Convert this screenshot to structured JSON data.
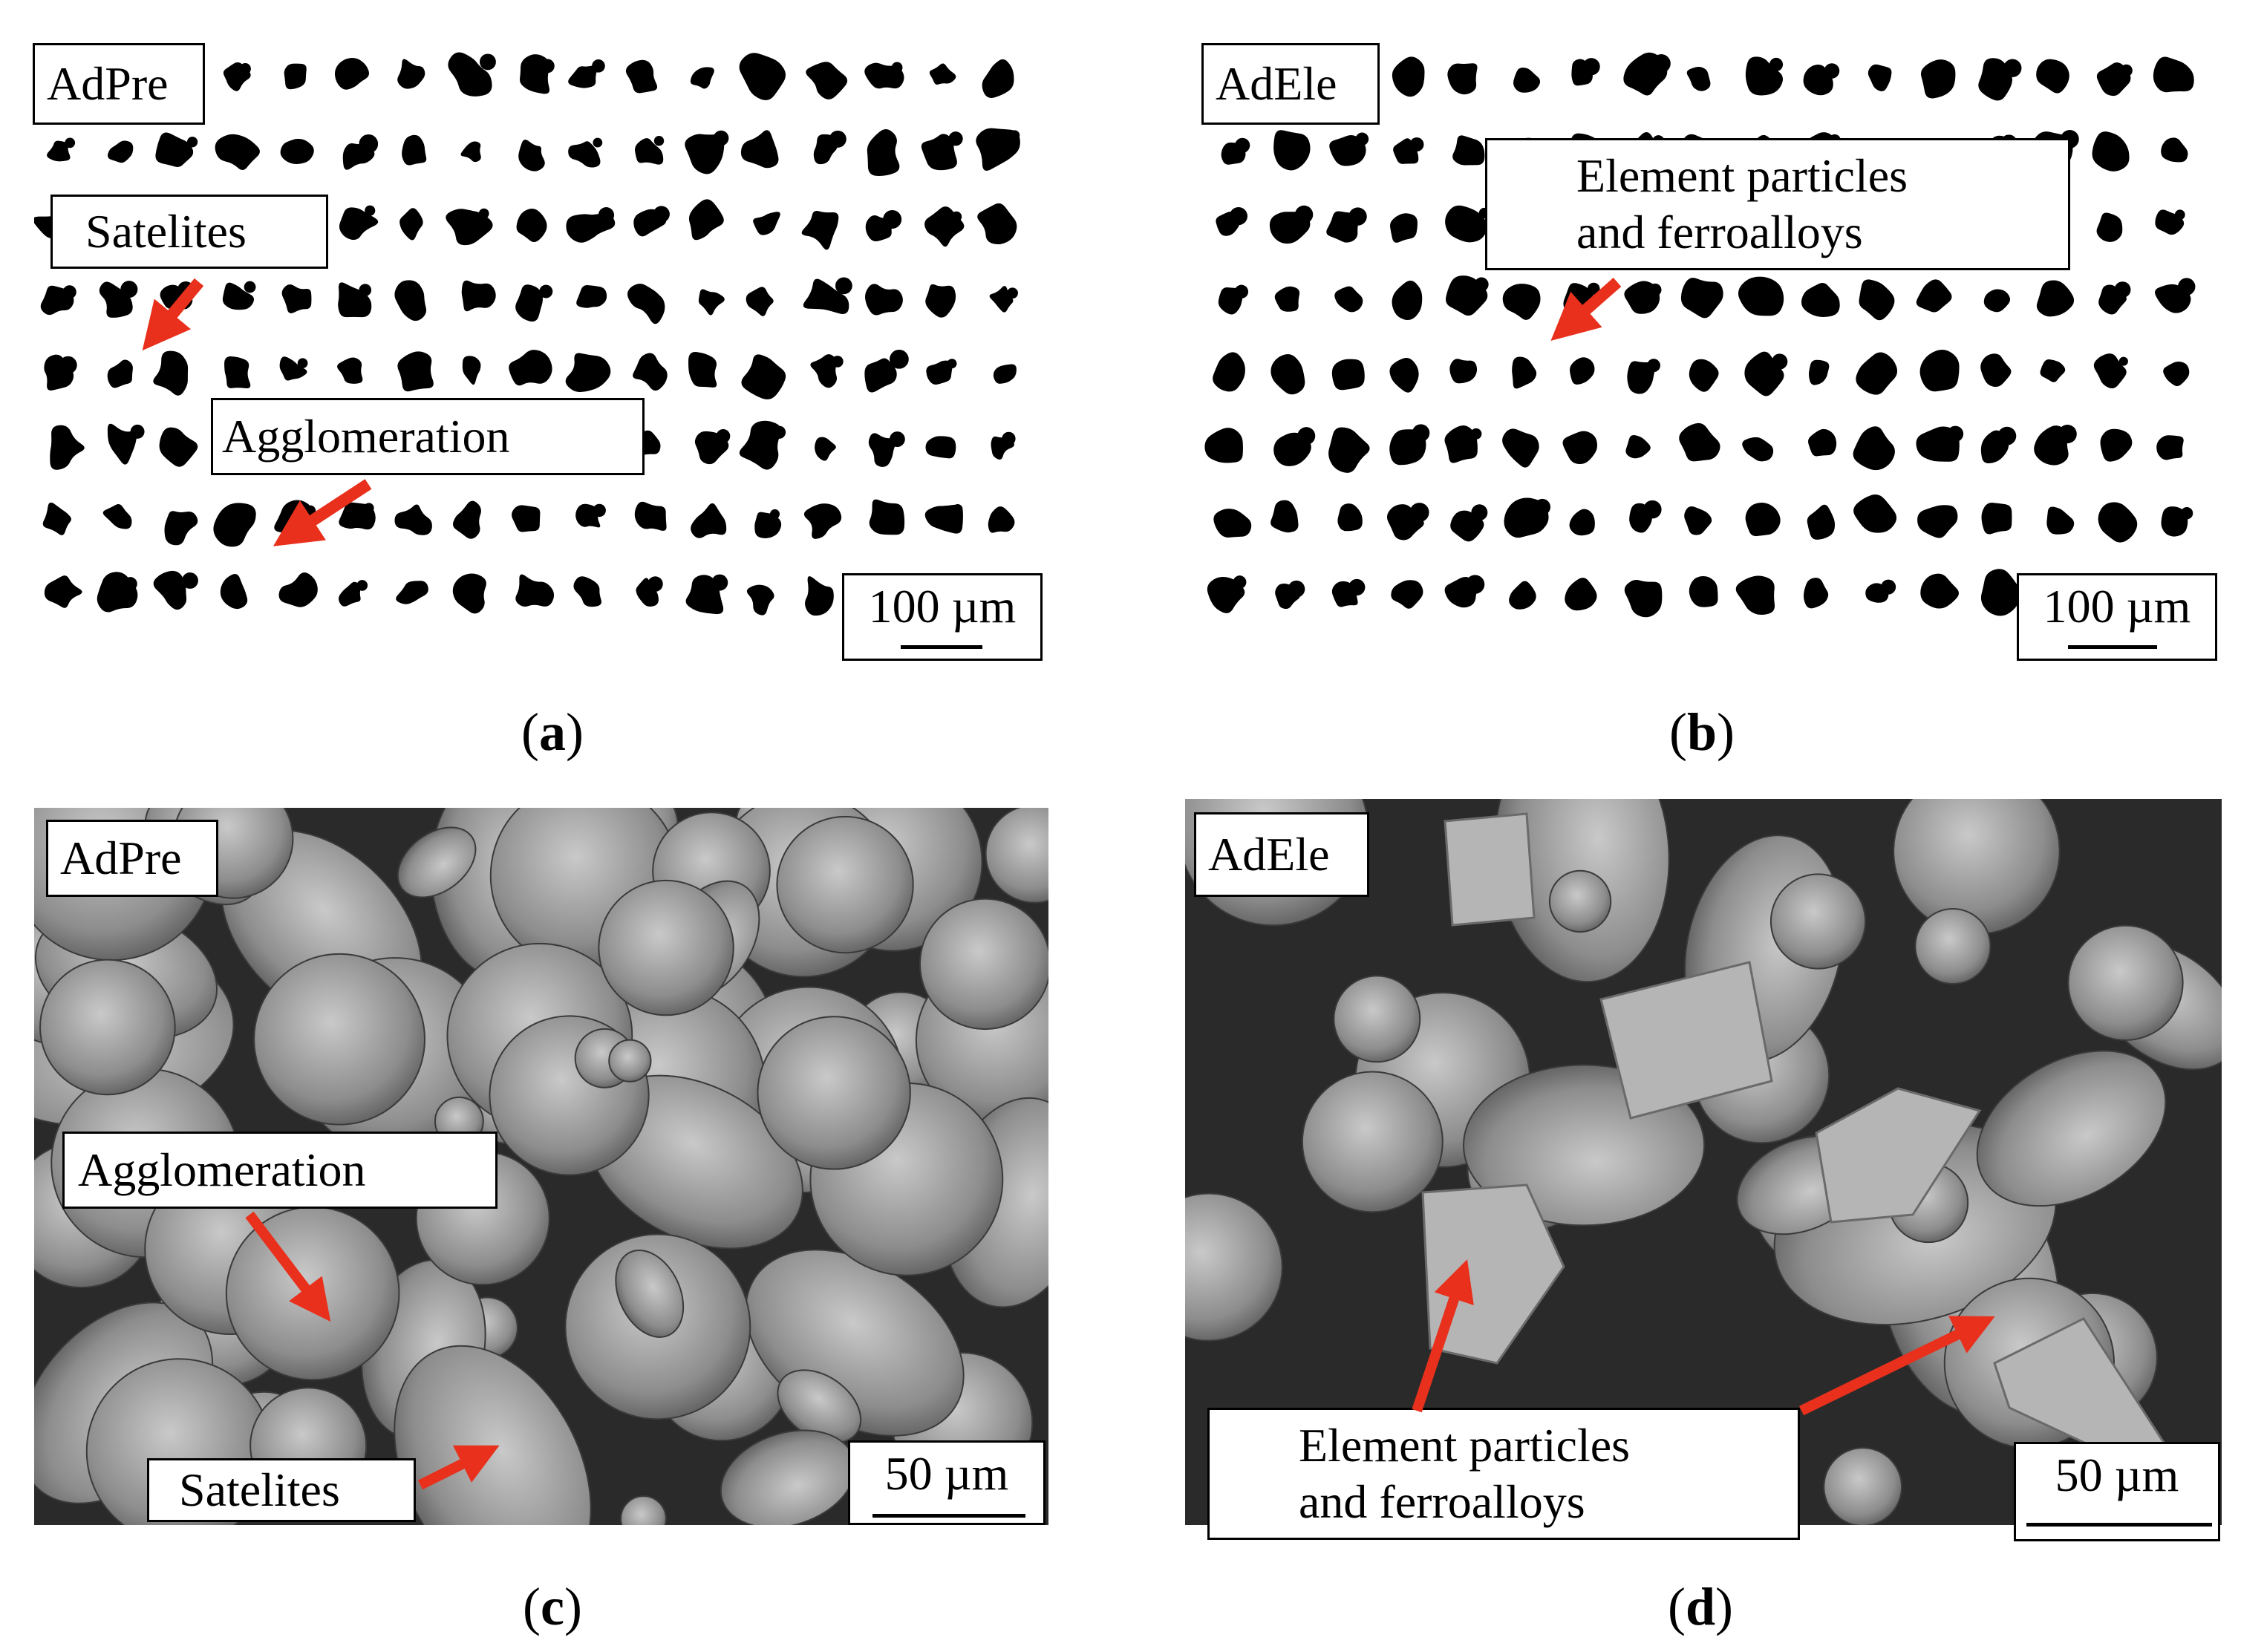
{
  "panels": {
    "a": {
      "sample": "AdPre",
      "annotations": [
        "Satelites",
        "Agglomeration"
      ],
      "scale": "100 µm",
      "caption": "a"
    },
    "b": {
      "sample": "AdEle",
      "annotation_line1": "Element particles",
      "annotation_line2": "and ferroalloys",
      "scale": "100 µm",
      "caption": "b"
    },
    "c": {
      "sample": "AdPre",
      "annotations": [
        "Agglomeration",
        "Satelites"
      ],
      "scale": "50 µm",
      "caption": "c"
    },
    "d": {
      "sample": "AdEle",
      "annotation_line1": "Element particles",
      "annotation_line2": "and ferroalloys",
      "scale": "50 µm",
      "caption": "d"
    }
  },
  "colors": {
    "arrow": "#e8301c",
    "sem_background": "#2a2a2a",
    "particle": "#000000"
  }
}
